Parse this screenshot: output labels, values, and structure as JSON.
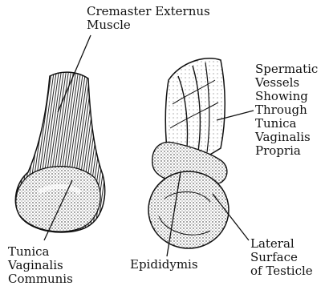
{
  "labels": {
    "cremaster": {
      "lines": [
        "Cremaster Externus",
        "Muscle"
      ]
    },
    "spermatic": {
      "lines": [
        "Spermatic",
        "Vessels",
        "Showing",
        "Through",
        "Tunica",
        "Vaginalis",
        "Propria"
      ]
    },
    "tunica_communis": {
      "lines": [
        "Tunica",
        "Vaginalis",
        "Communis"
      ]
    },
    "epididymis": {
      "lines": [
        "Epididymis"
      ]
    },
    "lateral": {
      "lines": [
        "Lateral",
        "Surface",
        "of Testicle"
      ]
    }
  },
  "colors": {
    "ink": "#111111",
    "paper": "#ffffff"
  }
}
